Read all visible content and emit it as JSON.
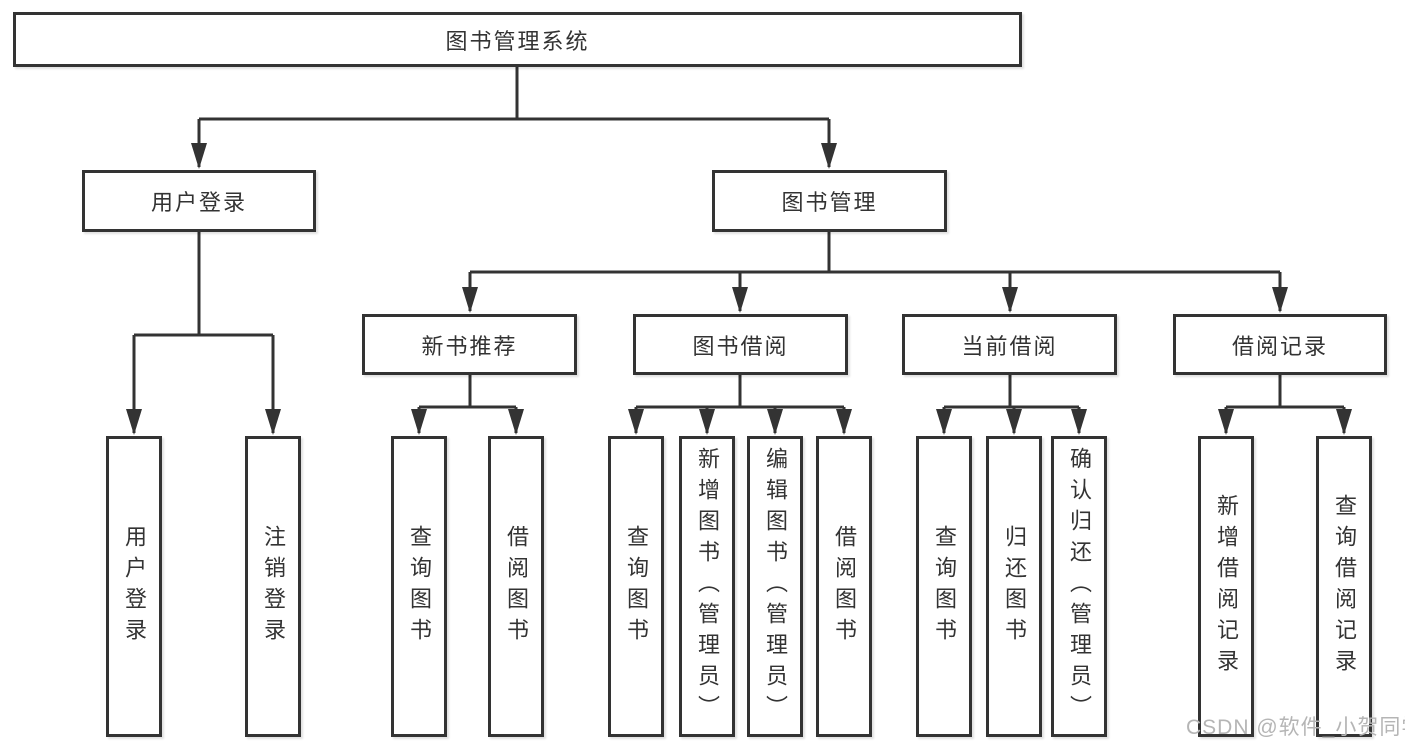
{
  "diagram": {
    "root_label": "图书管理系统",
    "level2": [
      {
        "label": "用户登录",
        "leaves": [
          "用户登录",
          "注销登录"
        ]
      },
      {
        "label": "图书管理"
      }
    ],
    "level3": [
      {
        "label": "新书推荐",
        "leaves": [
          "查询图书",
          "借阅图书"
        ]
      },
      {
        "label": "图书借阅",
        "leaves": [
          "查询图书",
          "新增图书（管理员）",
          "编辑图书（管理员）",
          "借阅图书"
        ]
      },
      {
        "label": "当前借阅",
        "leaves": [
          "查询图书",
          "归还图书",
          "确认归还（管理员）"
        ]
      },
      {
        "label": "借阅记录",
        "leaves": [
          "新增借阅记录",
          "查询借阅记录"
        ]
      }
    ],
    "watermark": "CSDN @软件_小贺同学",
    "colors": {
      "line": "#333333",
      "text": "#333333",
      "watermark": "#b5b5b5",
      "background": "#ffffff"
    }
  }
}
